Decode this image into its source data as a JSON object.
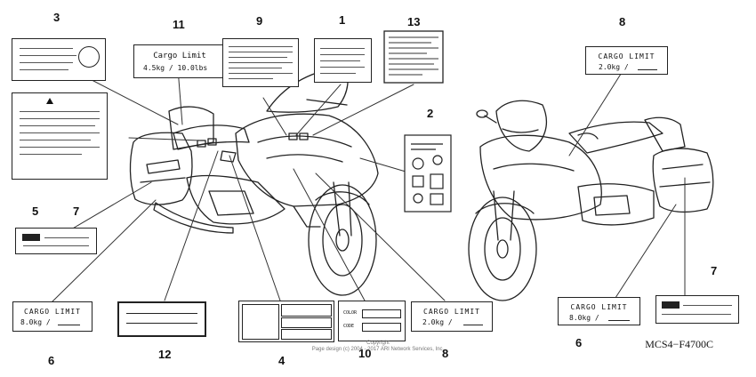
{
  "callouts": {
    "c1": "1",
    "c2": "2",
    "c3": "3",
    "c4": "4",
    "c5": "5",
    "c6a": "6",
    "c6b": "6",
    "c7a": "7",
    "c7b": "7",
    "c8a": "8",
    "c8b": "8",
    "c9": "9",
    "c10": "10",
    "c11": "11",
    "c12": "12",
    "c13": "13"
  },
  "labels": {
    "cargo_title": "CARGO LIMIT",
    "cargo_title_11": "Cargo Limit",
    "value_11": "4.5kg / 10.0lbs",
    "value_8_top": "2.0kg /",
    "value_8_bottom": "2.0kg /",
    "value_6_left": "8.0kg /",
    "value_6_right": "8.0kg /",
    "color_field": "COLOR",
    "code_field": "CODE"
  },
  "footer": {
    "reference": "MCS4−F4700C",
    "copyright_line1": "Copyright",
    "copyright_line2": "Page design (c) 2004 - 2017 ARI Network Services, Inc."
  },
  "colors": {
    "ink": "#111111",
    "line": "#333333"
  }
}
